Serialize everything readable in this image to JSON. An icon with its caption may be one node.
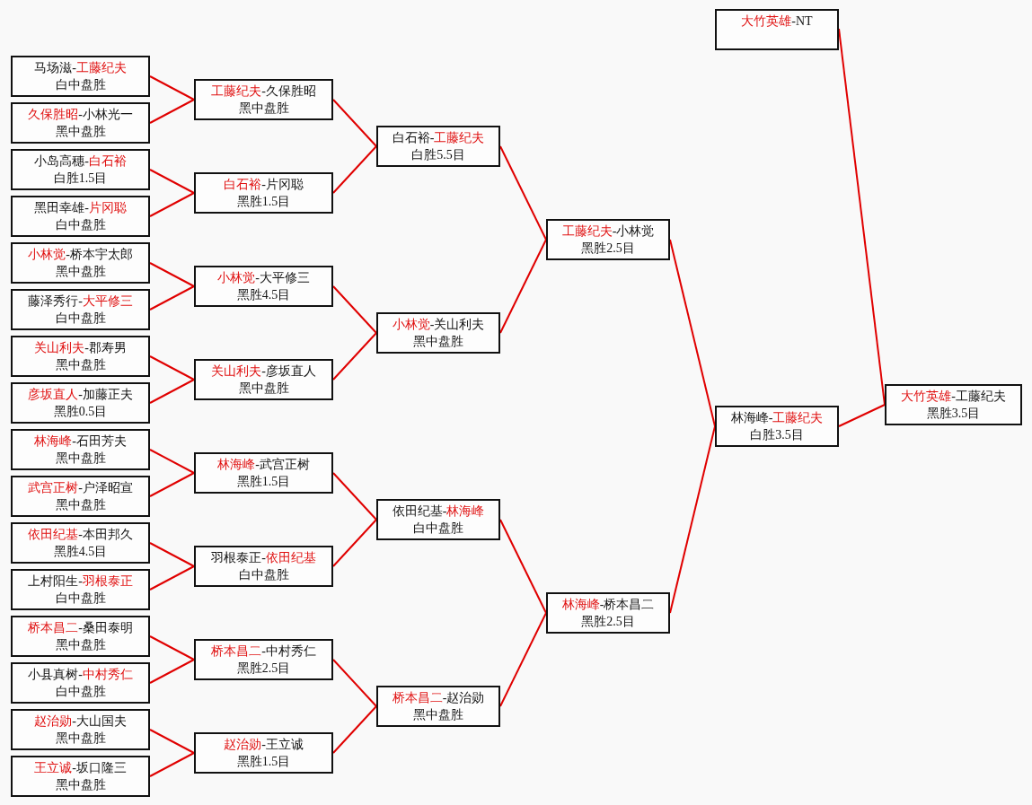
{
  "diagram": {
    "nodes": [
      {
        "text": [
          "马场滋-工藤纪夫",
          "白中盘胜"
        ]
      },
      {
        "text": [
          "久保胜昭-小林光一",
          "黑中盘胜"
        ]
      },
      {
        "text": [
          "小岛高穗-白石裕",
          "白胜1.5目"
        ]
      },
      {
        "text": [
          "黑田幸雄-片冈聪",
          "白中盘胜"
        ]
      },
      {
        "text": [
          "小林觉-桥本宇太郎",
          "黑中盘胜"
        ]
      },
      {
        "text": [
          "藤泽秀行-大平修三",
          "白中盘胜"
        ]
      },
      {
        "text": [
          "关山利夫-郡寿男",
          "黑中盘胜"
        ]
      },
      {
        "text": [
          "彦坂直人-加藤正夫",
          "黑胜0.5目"
        ]
      },
      {
        "text": [
          "林海峰-石田芳夫",
          "黑中盘胜"
        ]
      },
      {
        "text": [
          "武宫正树-户泽昭宣",
          "黑中盘胜"
        ]
      },
      {
        "text": [
          "依田纪基-本田邦久",
          "黑胜4.5目"
        ]
      },
      {
        "text": [
          "上村阳生-羽根泰正",
          "白中盘胜"
        ]
      },
      {
        "text": [
          "桥本昌二-桑田泰明",
          "黑中盘胜"
        ]
      },
      {
        "text": [
          "小县真树-中村秀仁",
          "白中盘胜"
        ]
      },
      {
        "text": [
          "赵治勋-大山国夫",
          "黑中盘胜"
        ]
      },
      {
        "text": [
          "王立诚-坂口隆三",
          "黑中盘胜"
        ]
      },
      {
        "text": [
          "工藤纪夫-久保胜昭",
          "黑中盘胜"
        ]
      },
      {
        "text": [
          "白石裕-片冈聪",
          "黑胜1.5目"
        ]
      },
      {
        "text": [
          "小林觉-大平修三",
          "黑胜4.5目"
        ]
      },
      {
        "text": [
          "关山利夫-彦坂直人",
          "黑中盘胜"
        ]
      },
      {
        "text": [
          "林海峰-武宫正树",
          "黑胜1.5目"
        ]
      },
      {
        "text": [
          "羽根泰正-依田纪基",
          "白中盘胜"
        ]
      },
      {
        "text": [
          "桥本昌二-中村秀仁",
          "黑胜2.5目"
        ]
      },
      {
        "text": [
          "赵治勋-王立诚",
          "黑胜1.5目"
        ]
      },
      {
        "text": [
          "白石裕-工藤纪夫",
          "白胜5.5目"
        ]
      },
      {
        "text": [
          "小林觉-关山利夫",
          "黑中盘胜"
        ]
      },
      {
        "text": [
          "依田纪基-林海峰",
          "白中盘胜"
        ]
      },
      {
        "text": [
          "桥本昌二-赵治勋",
          "黑中盘胜"
        ]
      },
      {
        "text": [
          "工藤纪夫-小林觉",
          "黑胜2.5目"
        ]
      },
      {
        "text": [
          "林海峰-桥本昌二",
          "黑胜2.5目"
        ]
      },
      {
        "text": [
          "林海峰-工藤纪夫",
          "白胜3.5目"
        ]
      },
      {
        "text": [
          "大竹英雄-NT"
        ]
      },
      {
        "text": [
          "大竹英雄-工藤纪夫",
          "黑胜3.5目"
        ]
      }
    ],
    "edges": [
      {
        "from": 0,
        "to": 16,
        "arrow": "none"
      },
      {
        "from": 1,
        "to": 16,
        "arrow": "none"
      },
      {
        "from": 2,
        "to": 17,
        "arrow": "none"
      },
      {
        "from": 3,
        "to": 17,
        "arrow": "none"
      },
      {
        "from": 4,
        "to": 18,
        "arrow": "none"
      },
      {
        "from": 5,
        "to": 18,
        "arrow": "none"
      },
      {
        "from": 6,
        "to": 19,
        "arrow": "none"
      },
      {
        "from": 7,
        "to": 19,
        "arrow": "none"
      },
      {
        "from": 8,
        "to": 20,
        "arrow": "none"
      },
      {
        "from": 9,
        "to": 20,
        "arrow": "none"
      },
      {
        "from": 10,
        "to": 21,
        "arrow": "none"
      },
      {
        "from": 11,
        "to": 21,
        "arrow": "none"
      },
      {
        "from": 12,
        "to": 22,
        "arrow": "none"
      },
      {
        "from": 13,
        "to": 22,
        "arrow": "none"
      },
      {
        "from": 14,
        "to": 23,
        "arrow": "none"
      },
      {
        "from": 15,
        "to": 23,
        "arrow": "none"
      },
      {
        "from": 16,
        "to": 24,
        "arrow": "none"
      },
      {
        "from": 17,
        "to": 24,
        "arrow": "none"
      },
      {
        "from": 18,
        "to": 25,
        "arrow": "none"
      },
      {
        "from": 19,
        "to": 25,
        "arrow": "none"
      },
      {
        "from": 20,
        "to": 26,
        "arrow": "none"
      },
      {
        "from": 21,
        "to": 26,
        "arrow": "none"
      },
      {
        "from": 22,
        "to": 27,
        "arrow": "none"
      },
      {
        "from": 23,
        "to": 27,
        "arrow": "none"
      },
      {
        "from": 24,
        "to": 28,
        "arrow": "none"
      },
      {
        "from": 25,
        "to": 28,
        "arrow": "none"
      },
      {
        "from": 26,
        "to": 29,
        "arrow": "none"
      },
      {
        "from": 27,
        "to": 29,
        "arrow": "none"
      },
      {
        "from": 28,
        "to": 30,
        "arrow": "none"
      },
      {
        "from": 29,
        "to": 30,
        "arrow": "none"
      },
      {
        "from": 30,
        "to": 32,
        "arrow": "none"
      },
      {
        "from": 31,
        "to": 32,
        "arrow": "none"
      }
    ]
  }
}
